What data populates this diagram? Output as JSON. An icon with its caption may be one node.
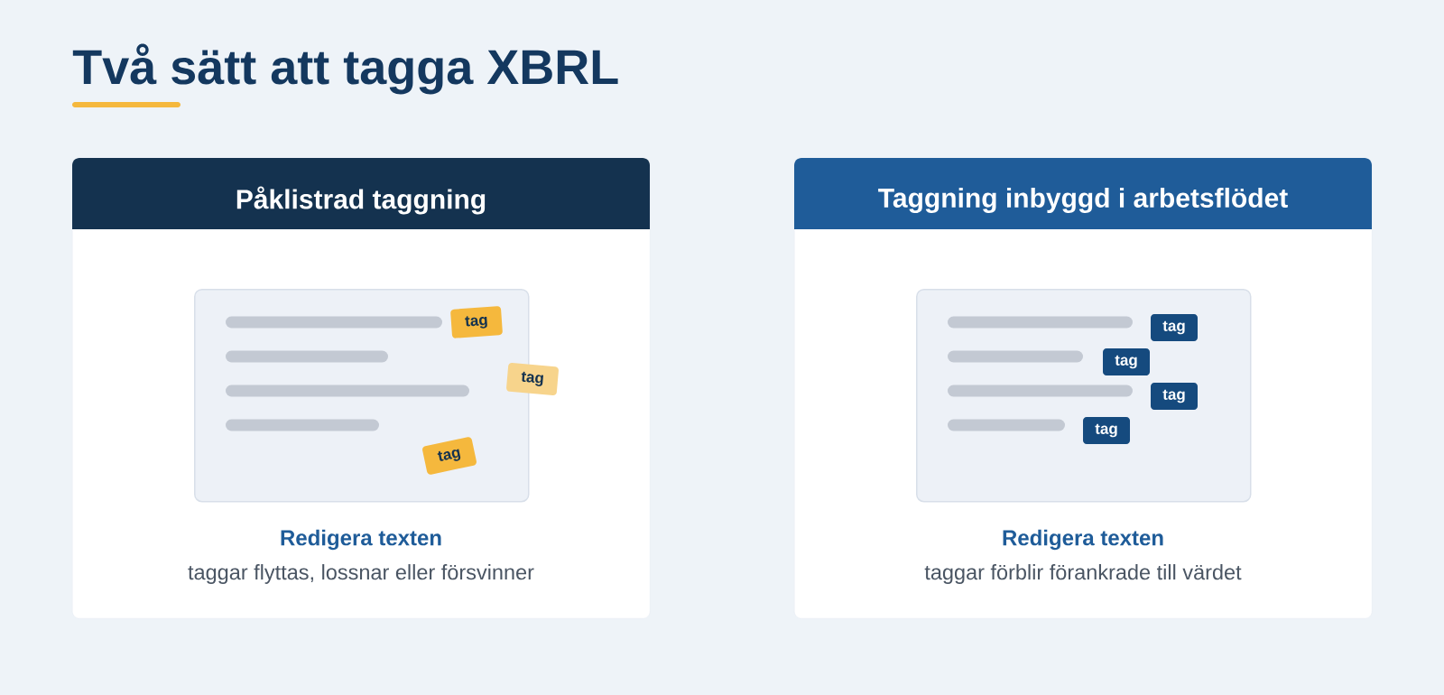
{
  "diagram": {
    "title": "Två sätt att tagga XBRL",
    "nodes": [
      {
        "text": [
          "Påklistrad taggning",
          "Redigera texten",
          "taggar flyttas, lossnar eller försvinner"
        ]
      },
      {
        "text": [],
        "shape": "box",
        "in": 0
      },
      {
        "text": [
          "tag"
        ],
        "in": 1
      },
      {
        "text": [
          "tag"
        ],
        "in": 0
      },
      {
        "text": [
          "tag"
        ],
        "in": 1
      },
      {
        "text": [
          "Taggning inbyggd i arbetsflödet",
          "Redigera texten",
          "taggar förblir förankrade till värdet"
        ]
      },
      {
        "text": [],
        "shape": "box",
        "in": 5
      },
      {
        "text": [
          "tag"
        ],
        "in": 6
      },
      {
        "text": [
          "tag"
        ],
        "in": 6
      },
      {
        "text": [
          "tag"
        ],
        "in": 6
      },
      {
        "text": [
          "tag"
        ],
        "in": 6
      }
    ]
  }
}
